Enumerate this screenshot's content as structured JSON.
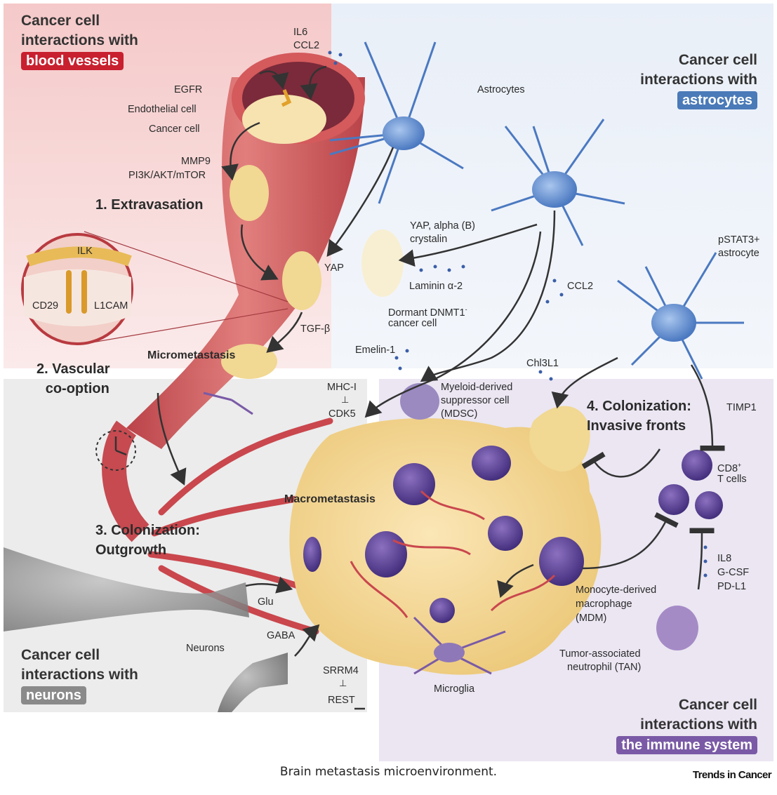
{
  "regions": {
    "blood_vessels": {
      "line1": "Cancer cell",
      "line2": "interactions with",
      "badge": "blood vessels",
      "color": "#c8202f"
    },
    "astrocytes": {
      "line1": "Cancer cell",
      "line2": "interactions with",
      "badge": "astrocytes",
      "color": "#4a7ab8"
    },
    "neurons": {
      "line1": "Cancer cell",
      "line2": "interactions with",
      "badge": "neurons",
      "color": "#8a8a8a"
    },
    "immune": {
      "line1": "Cancer cell",
      "line2": "interactions with",
      "badge": "the immune system",
      "color": "#7a5aa6"
    }
  },
  "steps": {
    "extravasation": "1. Extravasation",
    "vascular_1": "2. Vascular",
    "vascular_2": "co-option",
    "outgrowth_1": "3. Colonization:",
    "outgrowth_2": "Outgrowth",
    "invasive_1": "4. Colonization:",
    "invasive_2": "Invasive fronts"
  },
  "labels": {
    "il6": "IL6",
    "ccl2_top": "CCL2",
    "egfr": "EGFR",
    "endothelial": "Endothelial cell",
    "cancer_cell": "Cancer cell",
    "mmp9": "MMP9",
    "pi3k": "PI3K/AKT/mTOR",
    "astrocytes": "Astrocytes",
    "yap_alpha_1": "YAP, alpha (B)",
    "yap_alpha_2": "crystalin",
    "yap": "YAP",
    "laminin": "Laminin α-2",
    "ccl2_mid": "CCL2",
    "dormant_1": "Dormant DNMT1",
    "dormant_sup": "-",
    "dormant_2": "cancer cell",
    "ilk": "ILK",
    "cd29": "CD29",
    "l1cam": "L1CAM",
    "tgfb": "TGF-β",
    "micrometastasis": "Micrometastasis",
    "emelin": "Emelin-1",
    "chi3l1": "Chl3L1",
    "pstat3_1": "pSTAT3+",
    "pstat3_2": "astrocyte",
    "mhc": "MHC-I",
    "cdk5": "CDK5",
    "mdsc_1": "Myeloid-derived",
    "mdsc_2": "suppressor cell",
    "mdsc_3": "(MDSC)",
    "timp1": "TIMP1",
    "cd8_1": "CD8",
    "cd8_sup": "+",
    "cd8_2": "T cells",
    "macrometastasis": "Macrometastasis",
    "glu": "Glu",
    "gaba": "GABA",
    "neurons": "Neurons",
    "srrm4": "SRRM4",
    "rest": "REST",
    "il8": "IL8",
    "gcsf": "G-CSF",
    "pdl1": "PD-L1",
    "mdm_1": "Monocyte-derived",
    "mdm_2": "macrophage",
    "mdm_3": "(MDM)",
    "tan_1": "Tumor-associated",
    "tan_2": "neutrophil (TAN)",
    "microglia": "Microglia"
  },
  "caption": "Brain metastasis microenvironment.",
  "journal": "Trends in Cancer"
}
